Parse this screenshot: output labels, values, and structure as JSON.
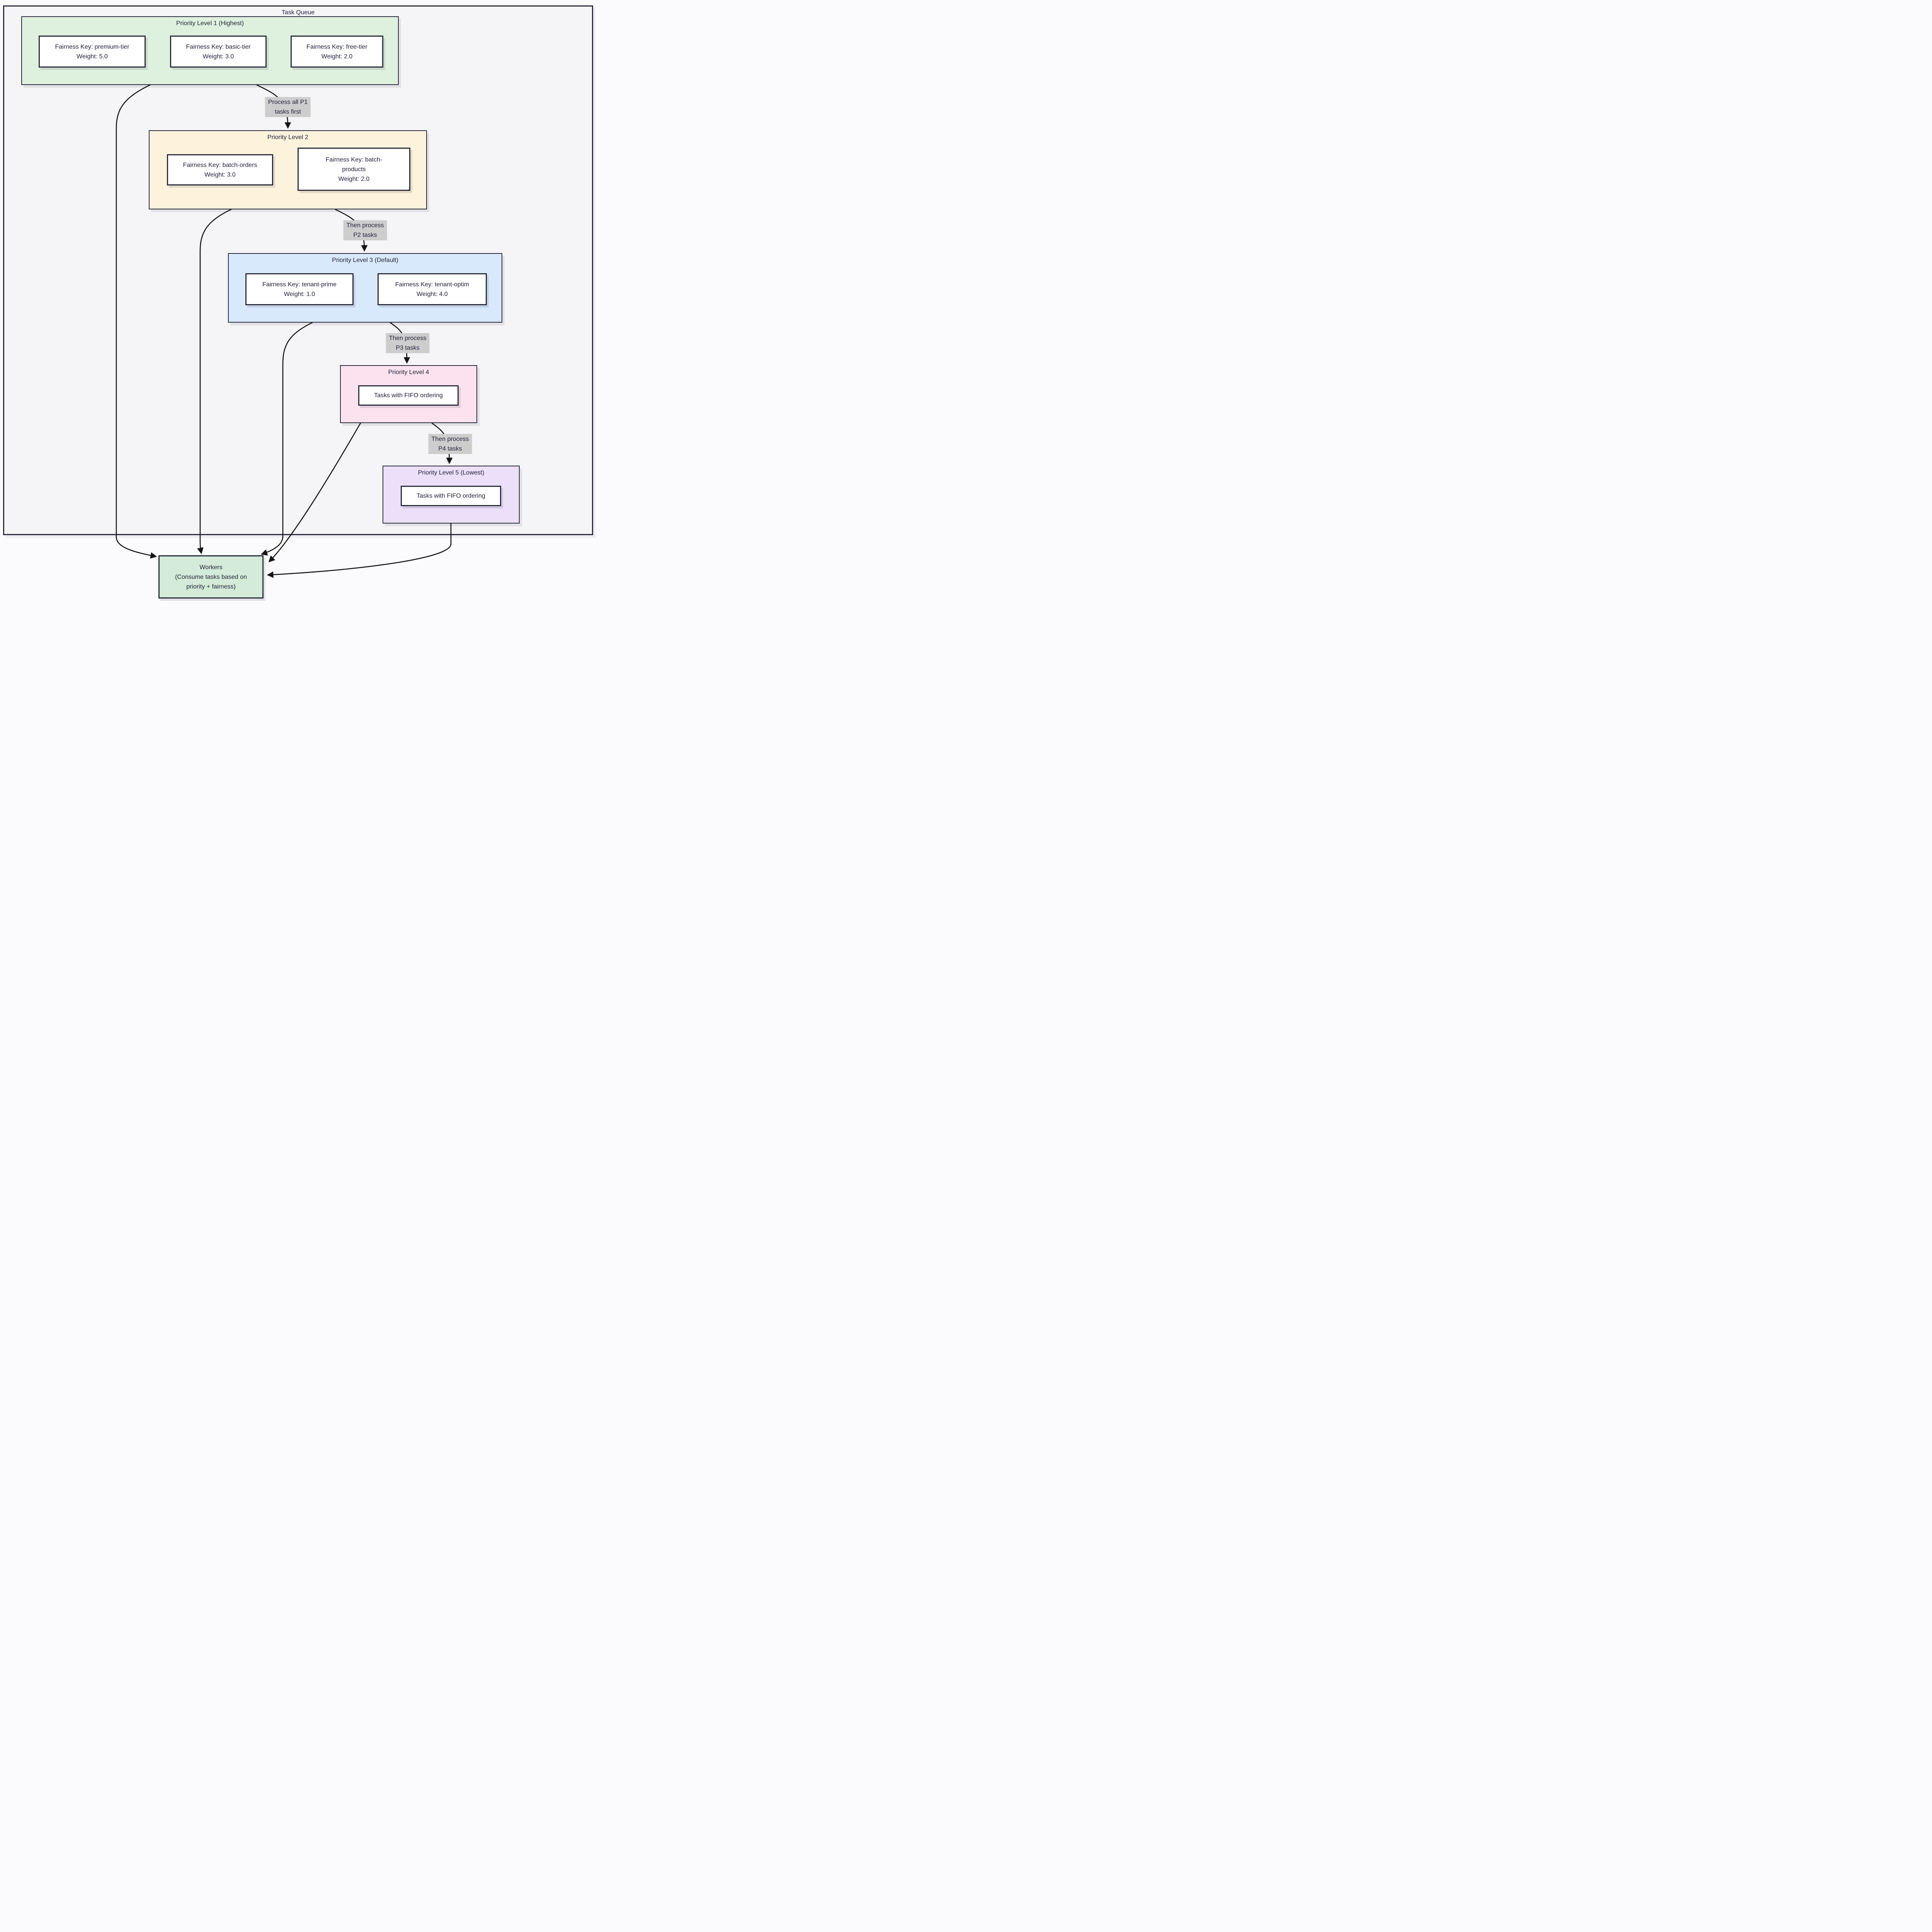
{
  "title": "Task Queue",
  "clusters": [
    {
      "title": "Priority Level 1 (Highest)",
      "nodes": [
        {
          "lines": [
            "Fairness Key: premium-tier",
            "Weight: 5.0"
          ]
        },
        {
          "lines": [
            "Fairness Key: basic-tier",
            "Weight: 3.0"
          ]
        },
        {
          "lines": [
            "Fairness Key: free-tier",
            "Weight: 2.0"
          ]
        }
      ]
    },
    {
      "title": "Priority Level 2",
      "nodes": [
        {
          "lines": [
            "Fairness Key: batch-orders",
            "Weight: 3.0"
          ]
        },
        {
          "lines": [
            "Fairness Key: batch-",
            "products",
            "Weight: 2.0"
          ]
        }
      ]
    },
    {
      "title": "Priority Level 3 (Default)",
      "nodes": [
        {
          "lines": [
            "Fairness Key: tenant-prime",
            "Weight: 1.0"
          ]
        },
        {
          "lines": [
            "Fairness Key: tenant-optim",
            "Weight: 4.0"
          ]
        }
      ]
    },
    {
      "title": "Priority Level 4",
      "nodes": [
        {
          "lines": [
            "Tasks with FIFO ordering"
          ]
        }
      ]
    },
    {
      "title": "Priority Level 5 (Lowest)",
      "nodes": [
        {
          "lines": [
            "Tasks with FIFO ordering"
          ]
        }
      ]
    }
  ],
  "workers": {
    "lines": [
      "Workers",
      "(Consume tasks based on",
      "priority + fairness)"
    ]
  },
  "edge_labels": [
    {
      "lines": [
        "Process all P1",
        "tasks first"
      ]
    },
    {
      "lines": [
        "Then process",
        "P2 tasks"
      ]
    },
    {
      "lines": [
        "Then process",
        "P3 tasks"
      ]
    },
    {
      "lines": [
        "Then process",
        "P4 tasks"
      ]
    }
  ],
  "colors": {
    "page_bg": "#fbfbfd",
    "outer_fill": "#f5f5f8",
    "cluster_border": "#2b2b40",
    "node_border": "#2e2e3e",
    "text": "#22223a",
    "arrow": "#141414",
    "edge_label_bg": "#cdcdcd",
    "p1_fill": "#def1de",
    "p2_fill": "#fdf3dc",
    "p3_fill": "#d9e9fc",
    "p4_fill": "#fce2ef",
    "p5_fill": "#ebdffa",
    "workers_fill": "#d3ebd8"
  }
}
